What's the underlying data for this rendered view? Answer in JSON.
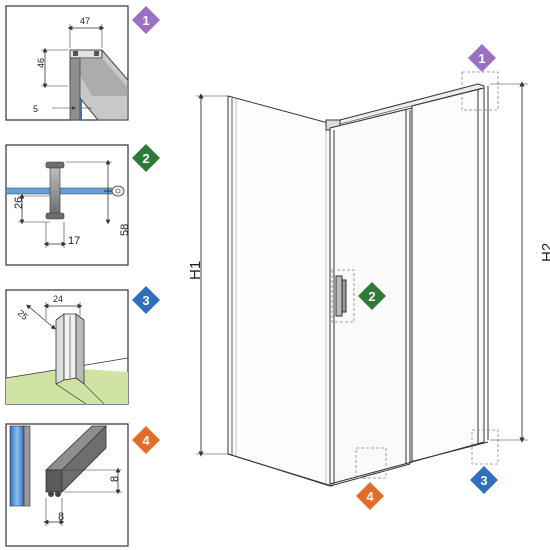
{
  "colors": {
    "badge_1": "#9b6fc4",
    "badge_2": "#2f7a36",
    "badge_3": "#2f6fbd",
    "badge_4": "#e26d2a",
    "glass_blue": "#4a8fd6",
    "floor_green": "#cfe3a2",
    "profile_gray": "#8e8e8e",
    "line": "#333333"
  },
  "badges": {
    "b1": "1",
    "b2": "2",
    "b3": "3",
    "b4": "4"
  },
  "detail_1": {
    "dim_width": "47",
    "dim_height": "46",
    "dim_glass": "5"
  },
  "detail_2": {
    "dim_left": "26",
    "dim_bottom": "17",
    "dim_right": "58"
  },
  "detail_3": {
    "dim_a": "25",
    "dim_b": "24"
  },
  "detail_4": {
    "dim_right": "8",
    "dim_bottom": "8"
  },
  "main": {
    "h1_label": "H1",
    "h2_label": "H2"
  }
}
